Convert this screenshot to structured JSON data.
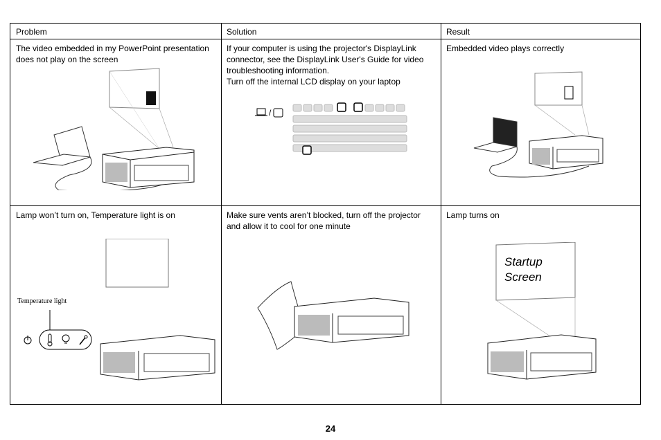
{
  "table": {
    "headers": [
      "Problem",
      "Solution",
      "Result"
    ],
    "rows": [
      {
        "problem": "The video embedded in my PowerPoint presentation does not play on the screen",
        "solution": "If your computer is using the projector's DisplayLink connector, see the DisplayLink User's Guide for video troubleshooting information.",
        "solution2": "Turn off the internal LCD display on your laptop",
        "result": "Embedded video plays correctly"
      },
      {
        "problem": "Lamp won’t turn on, Temperature light is on",
        "solution": "Make sure vents aren’t blocked, turn off the projector and allow it to cool for one minute",
        "result": "Lamp turns on"
      }
    ]
  },
  "labels": {
    "temperature_light": "Temperature light",
    "startup_screen_line1": "Startup",
    "startup_screen_line2": "Screen"
  },
  "icons": [
    "laptop-lcd-icon",
    "power-icon",
    "thermometer-icon",
    "lamp-icon",
    "wrench-icon"
  ],
  "page_number": "24"
}
